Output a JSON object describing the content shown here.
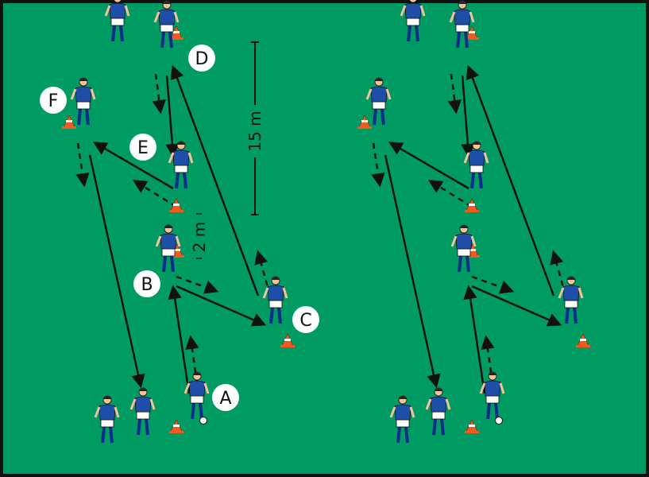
{
  "diagram": {
    "field_color": "#009a63",
    "player_labels": [
      "A",
      "B",
      "C",
      "D",
      "E",
      "F"
    ],
    "distance_long": "15 m",
    "distance_short": "2 m"
  }
}
